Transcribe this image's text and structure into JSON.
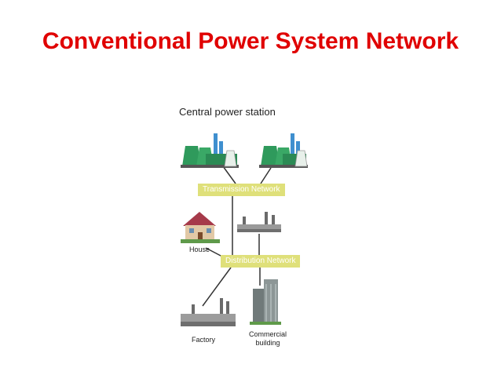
{
  "slide": {
    "title": "Conventional Power System Network"
  },
  "diagram": {
    "station_label": "Central power station",
    "transmission_label": "Transmission Network",
    "distribution_label": "Distribution Network",
    "house_label": "House",
    "factory_label": "Factory",
    "commercial_label": "Commercial building"
  },
  "colors": {
    "title": "#e00000",
    "network_box": "#dfe07a",
    "plant_green": "#2f9a5c",
    "tower_blue": "#3f8fcf",
    "house_roof": "#a63a4a"
  },
  "icons": [
    "power-plant-icon",
    "house-icon",
    "industrial-building-icon",
    "factory-icon",
    "office-tower-icon"
  ]
}
